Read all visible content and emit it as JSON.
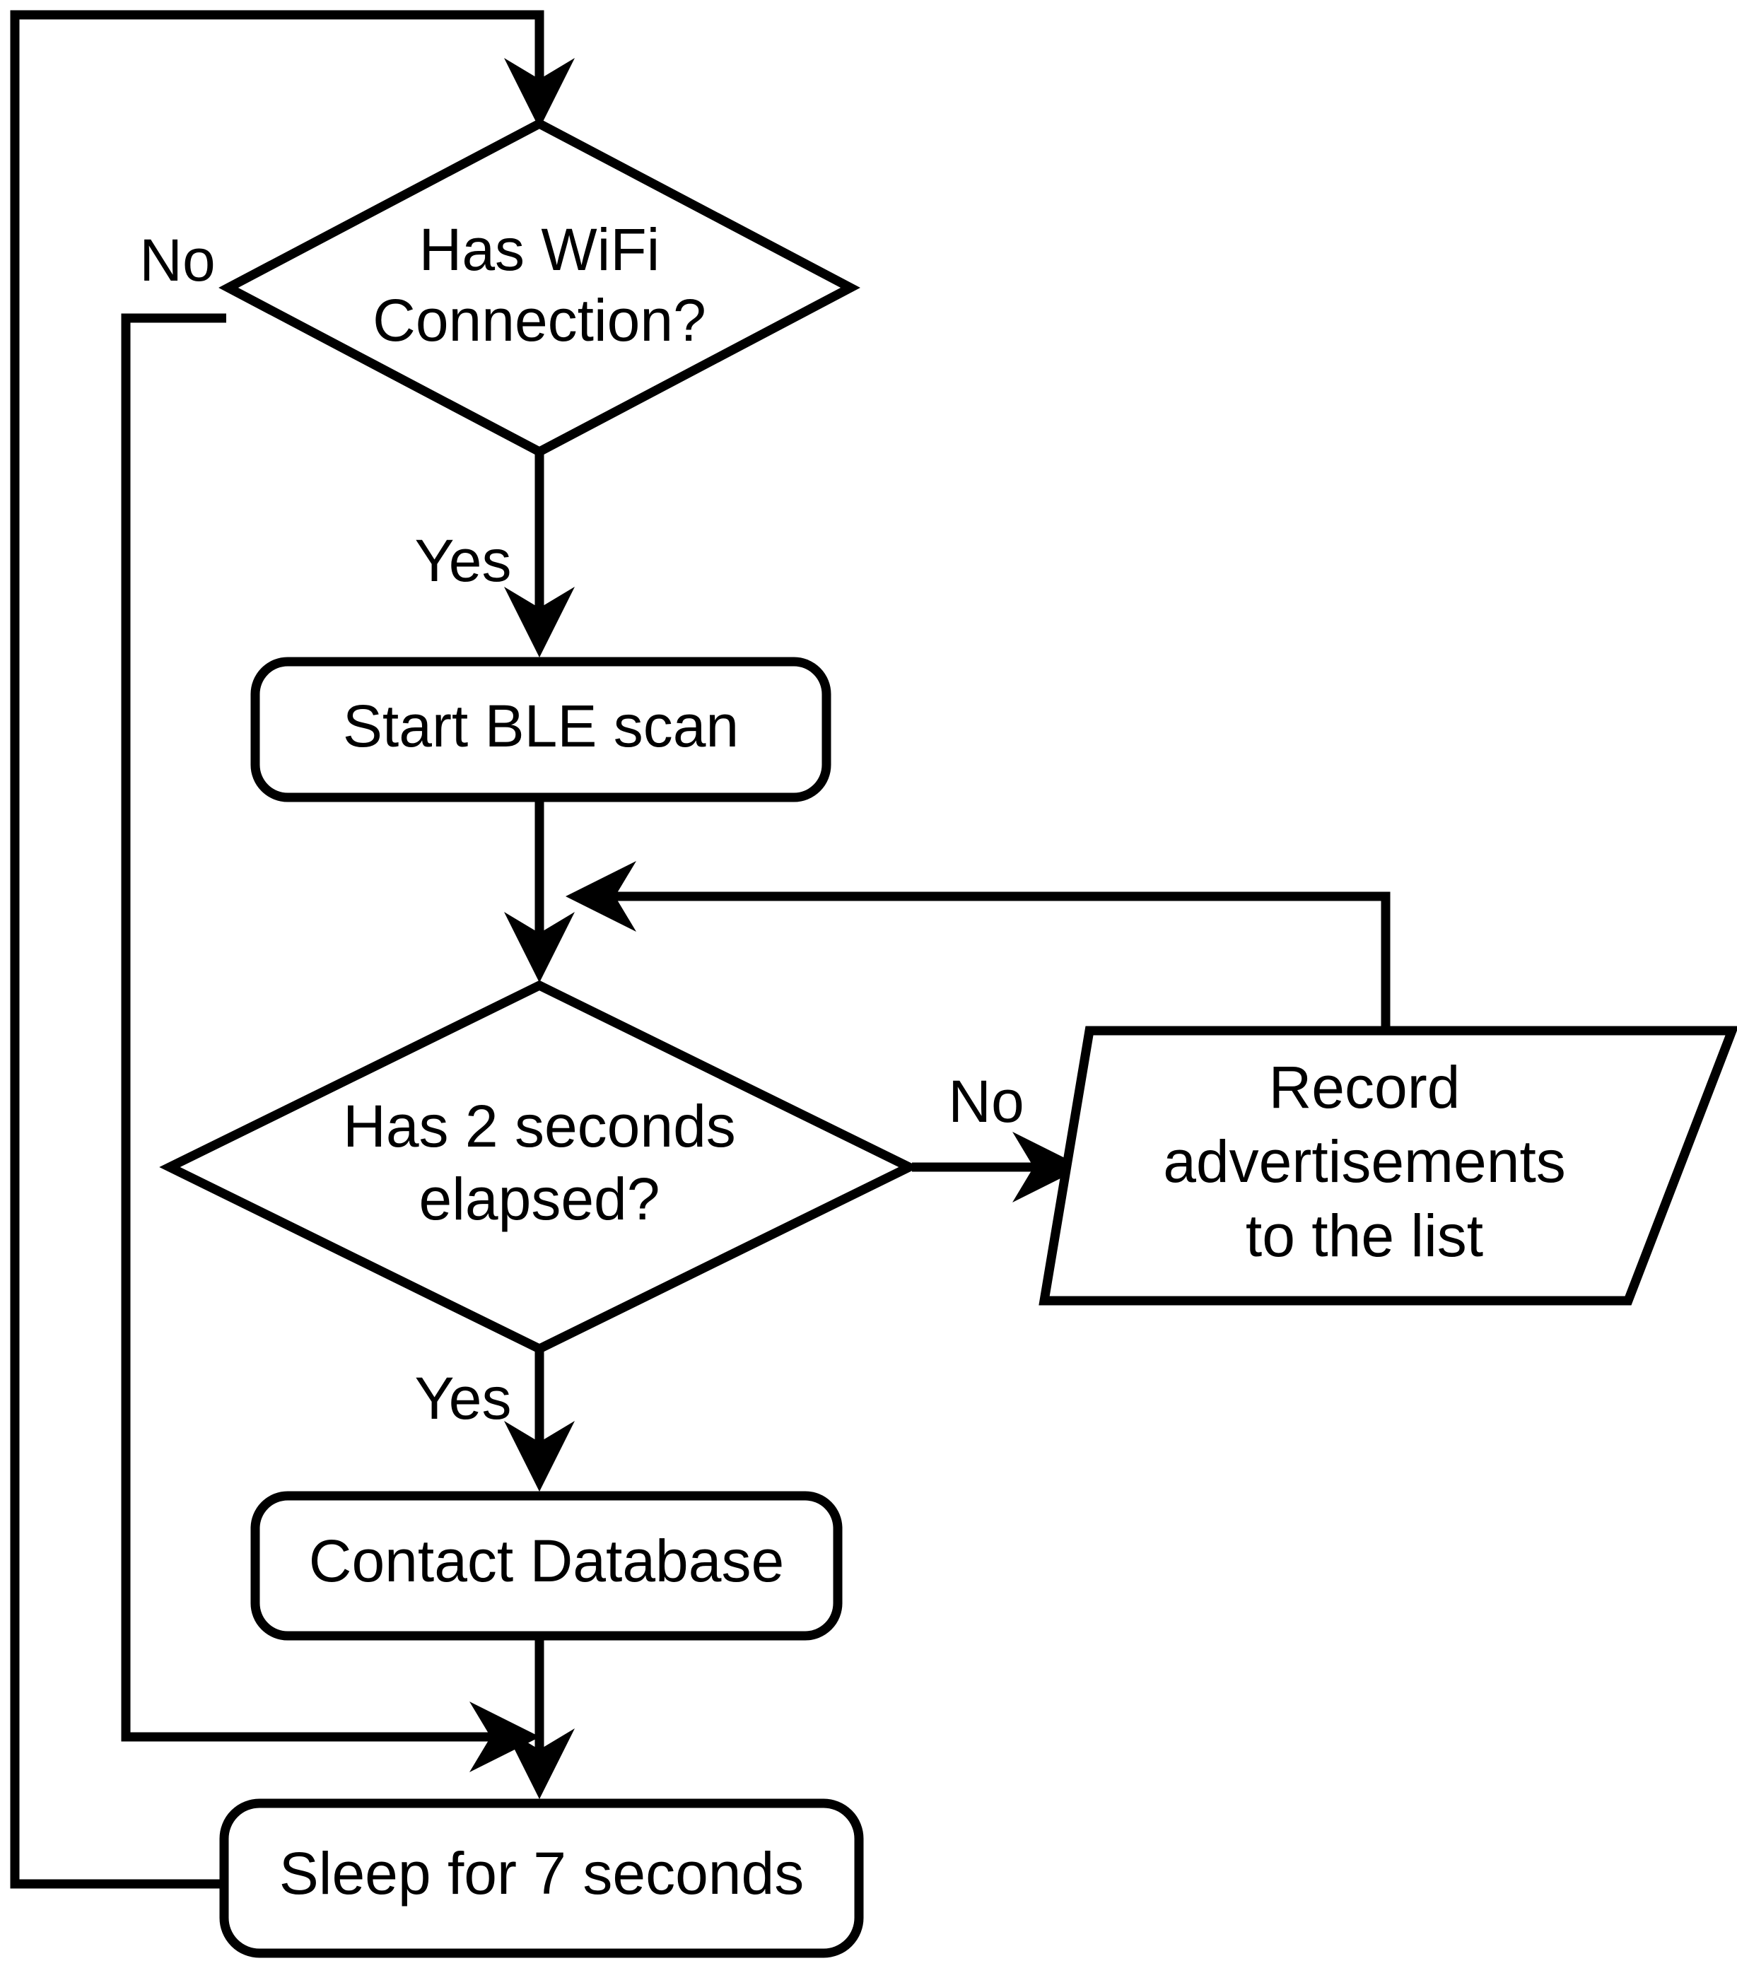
{
  "diagram": {
    "title": "BLE scanning loop flowchart",
    "stroke_color": "#000000",
    "fill_color": "#ffffff",
    "nodes": [
      {
        "id": "wifi-decision",
        "shape": "diamond",
        "line1": "Has WiFi",
        "line2": "Connection?"
      },
      {
        "id": "start-ble-scan",
        "shape": "rounded-rectangle",
        "line1": "Start BLE scan"
      },
      {
        "id": "elapsed-decision",
        "shape": "diamond",
        "line1": "Has 2 seconds",
        "line2": "elapsed?"
      },
      {
        "id": "record-advertisements",
        "shape": "parallelogram",
        "line1": "Record",
        "line2": "advertisements",
        "line3": "to the list"
      },
      {
        "id": "contact-database",
        "shape": "rounded-rectangle",
        "line1": "Contact Database"
      },
      {
        "id": "sleep",
        "shape": "rounded-rectangle",
        "line1": "Sleep for 7 seconds"
      }
    ],
    "edge_labels": {
      "wifi_no": "No",
      "wifi_yes": "Yes",
      "elapsed_no": "No",
      "elapsed_yes": "Yes"
    }
  },
  "chart_data": {
    "type": "diagram",
    "title": "BLE scanning loop flowchart",
    "nodes": [
      {
        "id": "wifi-decision",
        "type": "decision",
        "text": "Has WiFi Connection?"
      },
      {
        "id": "start-ble-scan",
        "type": "process",
        "text": "Start BLE scan"
      },
      {
        "id": "elapsed-decision",
        "type": "decision",
        "text": "Has 2 seconds elapsed?"
      },
      {
        "id": "record-advertisements",
        "type": "data",
        "text": "Record advertisements to the list"
      },
      {
        "id": "contact-database",
        "type": "process",
        "text": "Contact Database"
      },
      {
        "id": "sleep",
        "type": "process",
        "text": "Sleep for 7 seconds"
      }
    ],
    "edges": [
      {
        "from": "wifi-decision",
        "to": "start-ble-scan",
        "label": "Yes"
      },
      {
        "from": "wifi-decision",
        "to": "sleep",
        "label": "No"
      },
      {
        "from": "start-ble-scan",
        "to": "elapsed-decision",
        "label": ""
      },
      {
        "from": "elapsed-decision",
        "to": "record-advertisements",
        "label": "No"
      },
      {
        "from": "record-advertisements",
        "to": "elapsed-decision",
        "label": ""
      },
      {
        "from": "elapsed-decision",
        "to": "contact-database",
        "label": "Yes"
      },
      {
        "from": "contact-database",
        "to": "sleep",
        "label": ""
      },
      {
        "from": "sleep",
        "to": "wifi-decision",
        "label": ""
      }
    ]
  }
}
